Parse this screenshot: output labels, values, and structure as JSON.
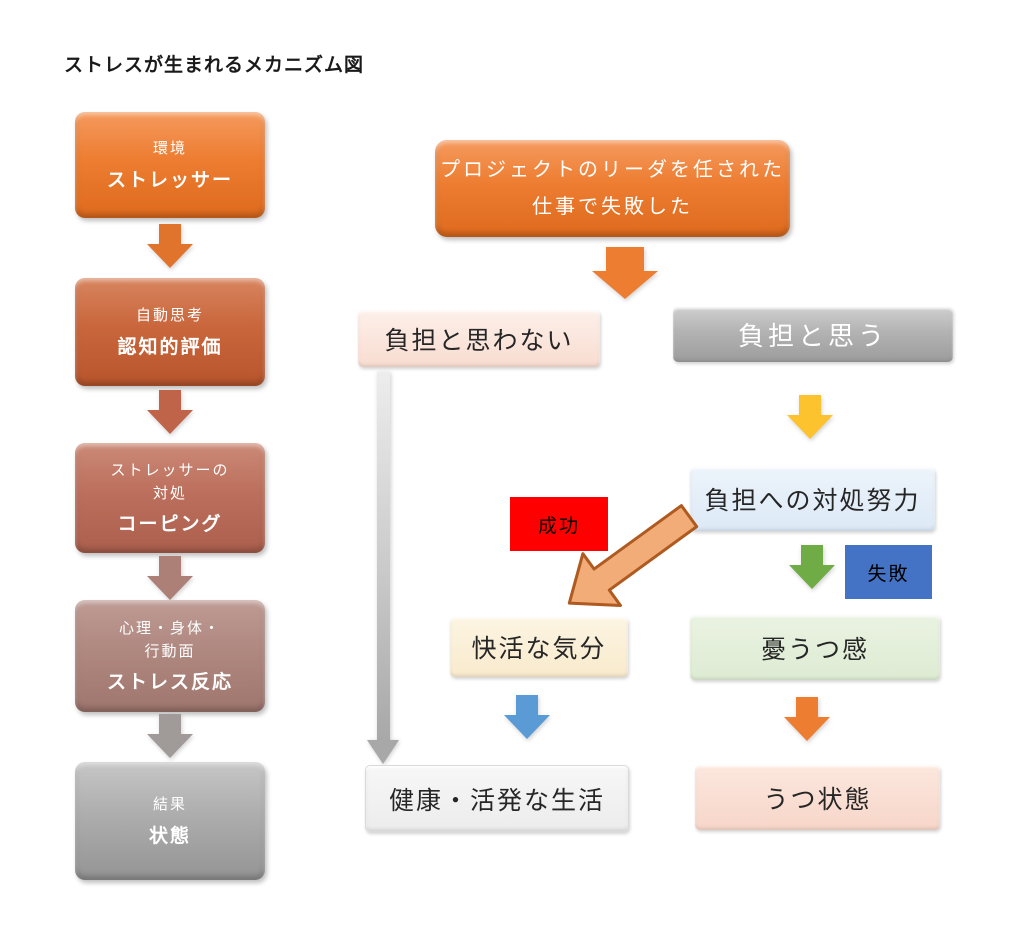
{
  "title": "ストレスが生まれるメカニズム図",
  "left_flow": {
    "boxes": [
      {
        "sub1": "環境",
        "main": "ストレッサー"
      },
      {
        "sub1": "自動思考",
        "main": "認知的評価"
      },
      {
        "sub1": "ストレッサーの",
        "sub2": "対処",
        "main": "コーピング"
      },
      {
        "sub1": "心理・身体・",
        "sub2": "行動面",
        "main": "ストレス反応"
      },
      {
        "sub1": "結果",
        "main": "状態"
      }
    ]
  },
  "right_flow": {
    "trigger_line1": "プロジェクトのリーダを任された",
    "trigger_line2": "仕事で失敗した",
    "no_burden": "負担と思わない",
    "burden": "負担と思う",
    "coping_effort": "負担への対処努力",
    "success_label": "成功",
    "failure_label": "失敗",
    "cheerful_mood": "快活な気分",
    "gloom": "憂うつ感",
    "healthy_life": "健康・活発な生活",
    "depressive_state": "うつ状態"
  },
  "colors": {
    "orange": "#ED7D31",
    "sienna": "#C9663C",
    "rosy_brown": "#BC6F5C",
    "mauve": "#AF8880",
    "gray": "#A6A6A6",
    "light_pink": "#FBE5DC",
    "light_blue": "#DEEBF7",
    "light_green": "#E2EFDA",
    "cream": "#FBEED6",
    "light_gray": "#F2F2F2",
    "success_red": "#FF0000",
    "failure_blue": "#4472C4",
    "gold": "#FDC32F",
    "green": "#70AD47",
    "sky_blue": "#5B9BD5"
  }
}
